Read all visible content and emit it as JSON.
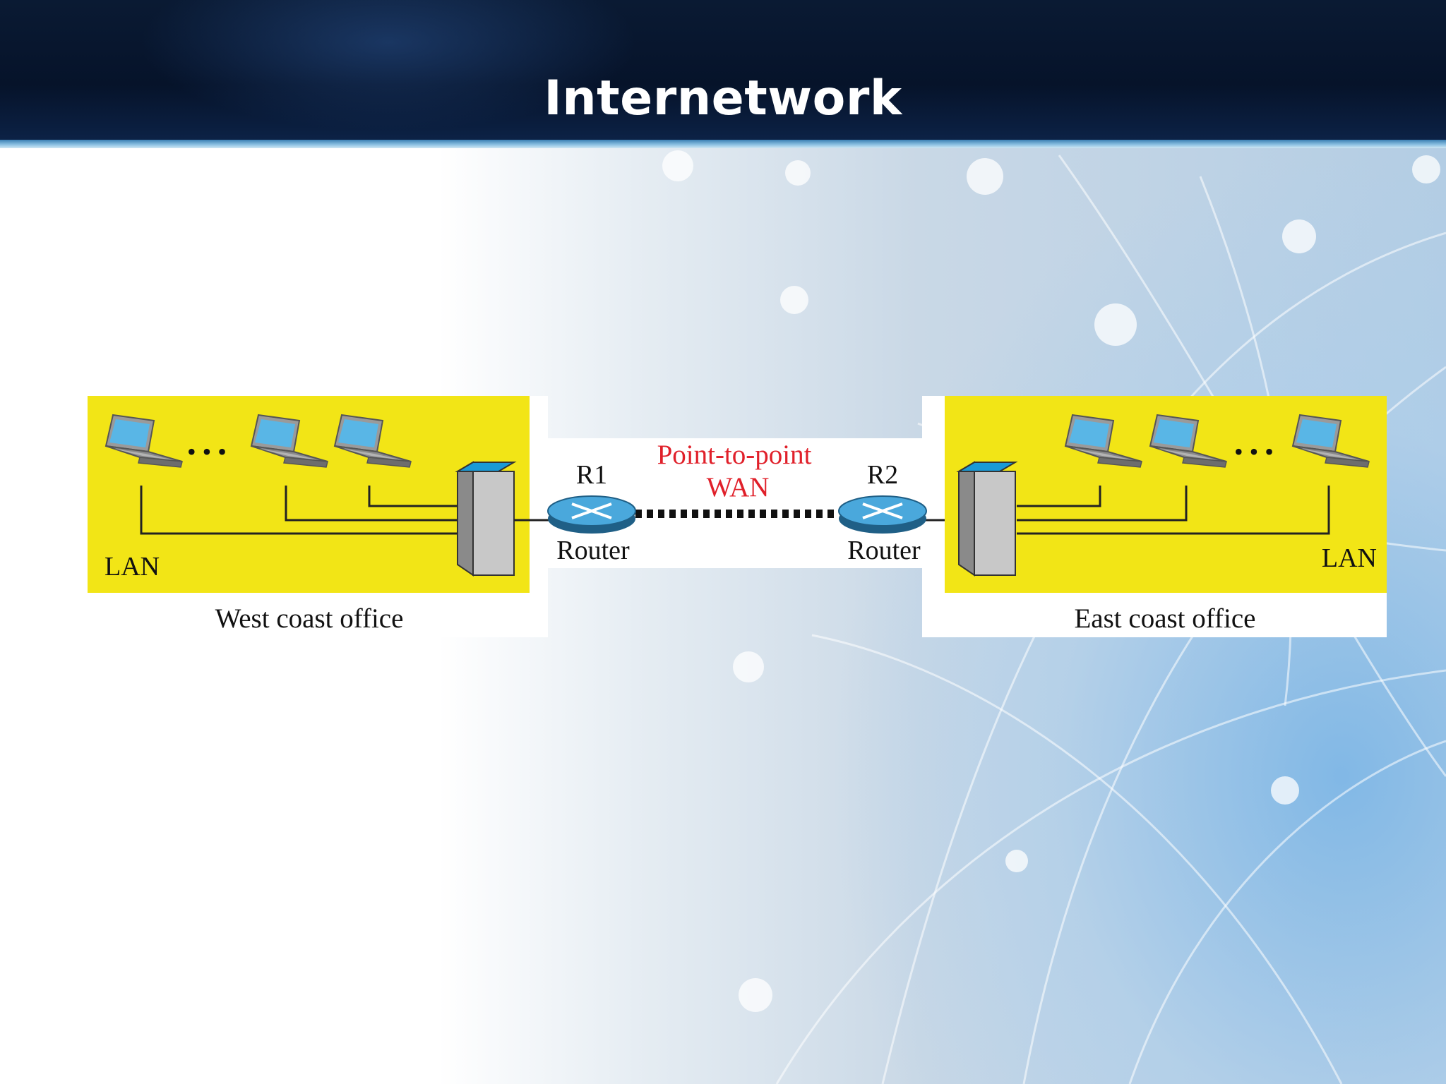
{
  "slide": {
    "title": "Internetwork"
  },
  "diagram": {
    "west_office": {
      "caption": "West coast office",
      "lan_label": "LAN",
      "ellipsis": "• • •"
    },
    "east_office": {
      "caption": "East coast office",
      "lan_label": "LAN",
      "ellipsis": "• • •"
    },
    "router_left": {
      "id_label": "R1",
      "type_label": "Router"
    },
    "router_right": {
      "id_label": "R2",
      "type_label": "Router"
    },
    "wan_link": {
      "label_line1": "Point-to-point",
      "label_line2": "WAN"
    },
    "colors": {
      "office_fill": "#f2e516",
      "wan_label": "#e0202a",
      "router_fill": "#4aa8dc",
      "switch_front": "#c8c8c8",
      "switch_top": "#1a9ad6"
    }
  }
}
